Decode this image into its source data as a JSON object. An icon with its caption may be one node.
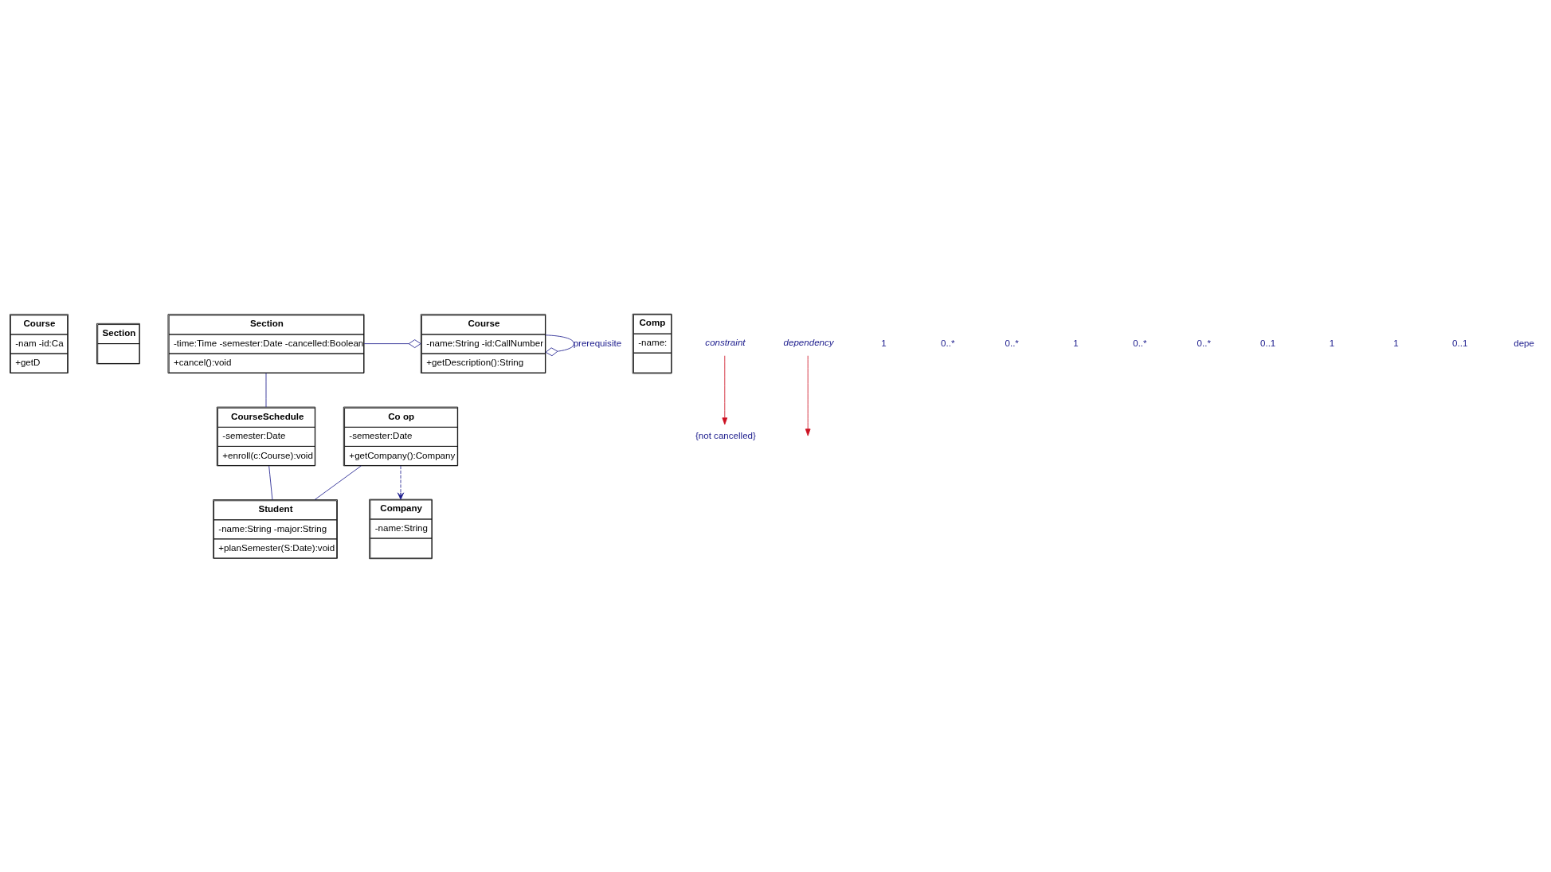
{
  "diagram": {
    "nodes": [
      {
        "text": [
          "Course",
          "-nam -id:Ca",
          "+getD"
        ]
      },
      {
        "text": [
          "Section"
        ]
      },
      {
        "text": [
          "Course",
          "-name:String -id:CallNumber",
          "+getDescription():String"
        ]
      },
      {
        "text": [
          "Section",
          "-time:Time -semester:Date -cancelled:Boolean",
          "+cancel():void"
        ]
      },
      {
        "text": [
          "Comp",
          "-name:"
        ]
      },
      {
        "text": [
          "Company",
          "-name:String"
        ]
      },
      {
        "text": [
          "CourseSchedule",
          "-semester:Date",
          "+enroll(c:Course):void"
        ]
      },
      {
        "text": [
          "Student",
          "-name:String -major:String",
          "+planSemester(S:Date):void"
        ]
      },
      {
        "text": [
          "Co op",
          "-semester:Date",
          "+getCompany():Company"
        ]
      },
      {
        "text": [
          "{not cancelled}"
        ]
      },
      {
        "text": [
          "constraint"
        ]
      },
      {
        "text": [
          "dependency"
        ]
      }
    ],
    "edges": [
      {
        "from": 3,
        "to": 2,
        "arrow": "other"
      },
      {
        "from": 2,
        "to": 2,
        "arrow": "other",
        "label": "prerequisite"
      },
      {
        "from": 3,
        "to": 6,
        "arrow": "none"
      },
      {
        "from": 6,
        "to": 7,
        "arrow": "none"
      },
      {
        "from": 8,
        "to": 7,
        "arrow": "none"
      },
      {
        "from": 8,
        "to": 5,
        "arrow": "to",
        "style": "dashed"
      },
      {
        "from": 10,
        "to": 9,
        "arrow": "to",
        "color": "#cc1122"
      },
      {
        "from": 11,
        "to": null,
        "arrow": "to",
        "color": "#cc1122"
      }
    ],
    "labels": [
      "1",
      "0..*",
      "0..*",
      "1",
      "0..*",
      "0..*",
      "0..1",
      "1",
      "1",
      "0..1",
      "depe"
    ]
  }
}
